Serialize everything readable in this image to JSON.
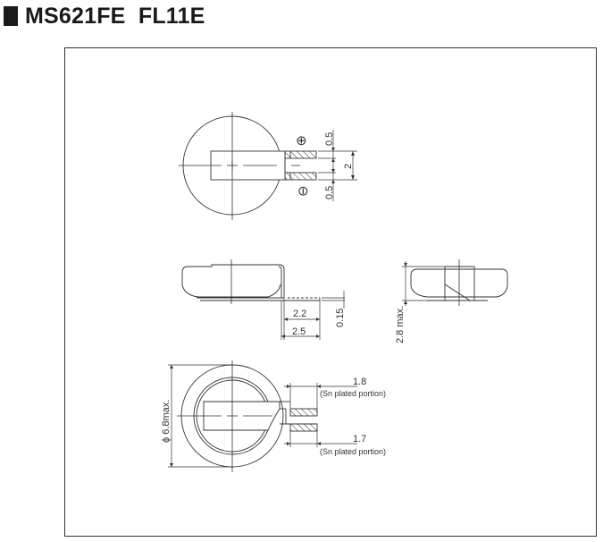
{
  "header": {
    "title": "MS621FE  FL11E",
    "square_color": "#1a1a1a"
  },
  "drawing": {
    "line_color": "#333333",
    "top_view": {
      "dimensions": {
        "top_lead_width": "0.5",
        "bottom_lead_width": "0.5",
        "total_gap": "2"
      },
      "polarity": {
        "positive": "⊕",
        "negative": "⊖"
      }
    },
    "side_view": {
      "dimensions": {
        "lead_length_inner": "2.2",
        "lead_length_outer": "2.5",
        "lead_thickness": "0.15"
      }
    },
    "end_view": {
      "dimensions": {
        "height": "2.8 max."
      }
    },
    "bottom_view": {
      "dimensions": {
        "diameter": "ϕ 6.8max.",
        "upper_plated": "1.8",
        "upper_note": "(Sn plated portion)",
        "lower_plated": "1.7",
        "lower_note": "(Sn plated portion)"
      }
    }
  }
}
